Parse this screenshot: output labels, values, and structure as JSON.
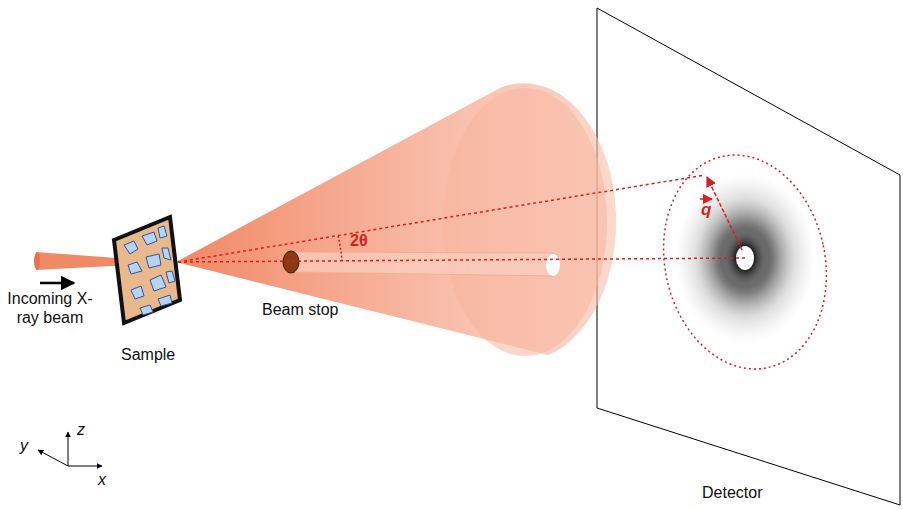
{
  "diagram": {
    "labels": [
      "Incoming X-ray beam",
      "Sample",
      "Beam stop",
      "2θ",
      "q",
      "Detector",
      "z",
      "y",
      "x"
    ]
  }
}
